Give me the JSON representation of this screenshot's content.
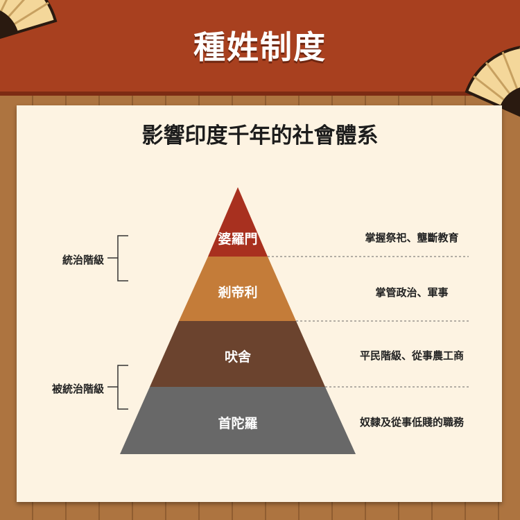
{
  "header": {
    "title": "種姓制度"
  },
  "subtitle": "影響印度千年的社會體系",
  "tiers": [
    {
      "name": "婆羅門",
      "role": "掌握祭祀、壟斷教育",
      "color": "#a8301f"
    },
    {
      "name": "剎帝利",
      "role": "掌管政治、軍事",
      "color": "#c47c39"
    },
    {
      "name": "吠舍",
      "role": "平民階級、從事農工商",
      "color": "#6b432e"
    },
    {
      "name": "首陀羅",
      "role": "奴隸及從事低賤的職務",
      "color": "#686868"
    }
  ],
  "groups": {
    "ruling": "統治階級",
    "ruled": "被統治階級"
  },
  "colors": {
    "header": "#a8401f",
    "paper": "#fdf3e2",
    "frame": "#ad7440"
  },
  "icons": [
    "folding-fan-icon"
  ]
}
